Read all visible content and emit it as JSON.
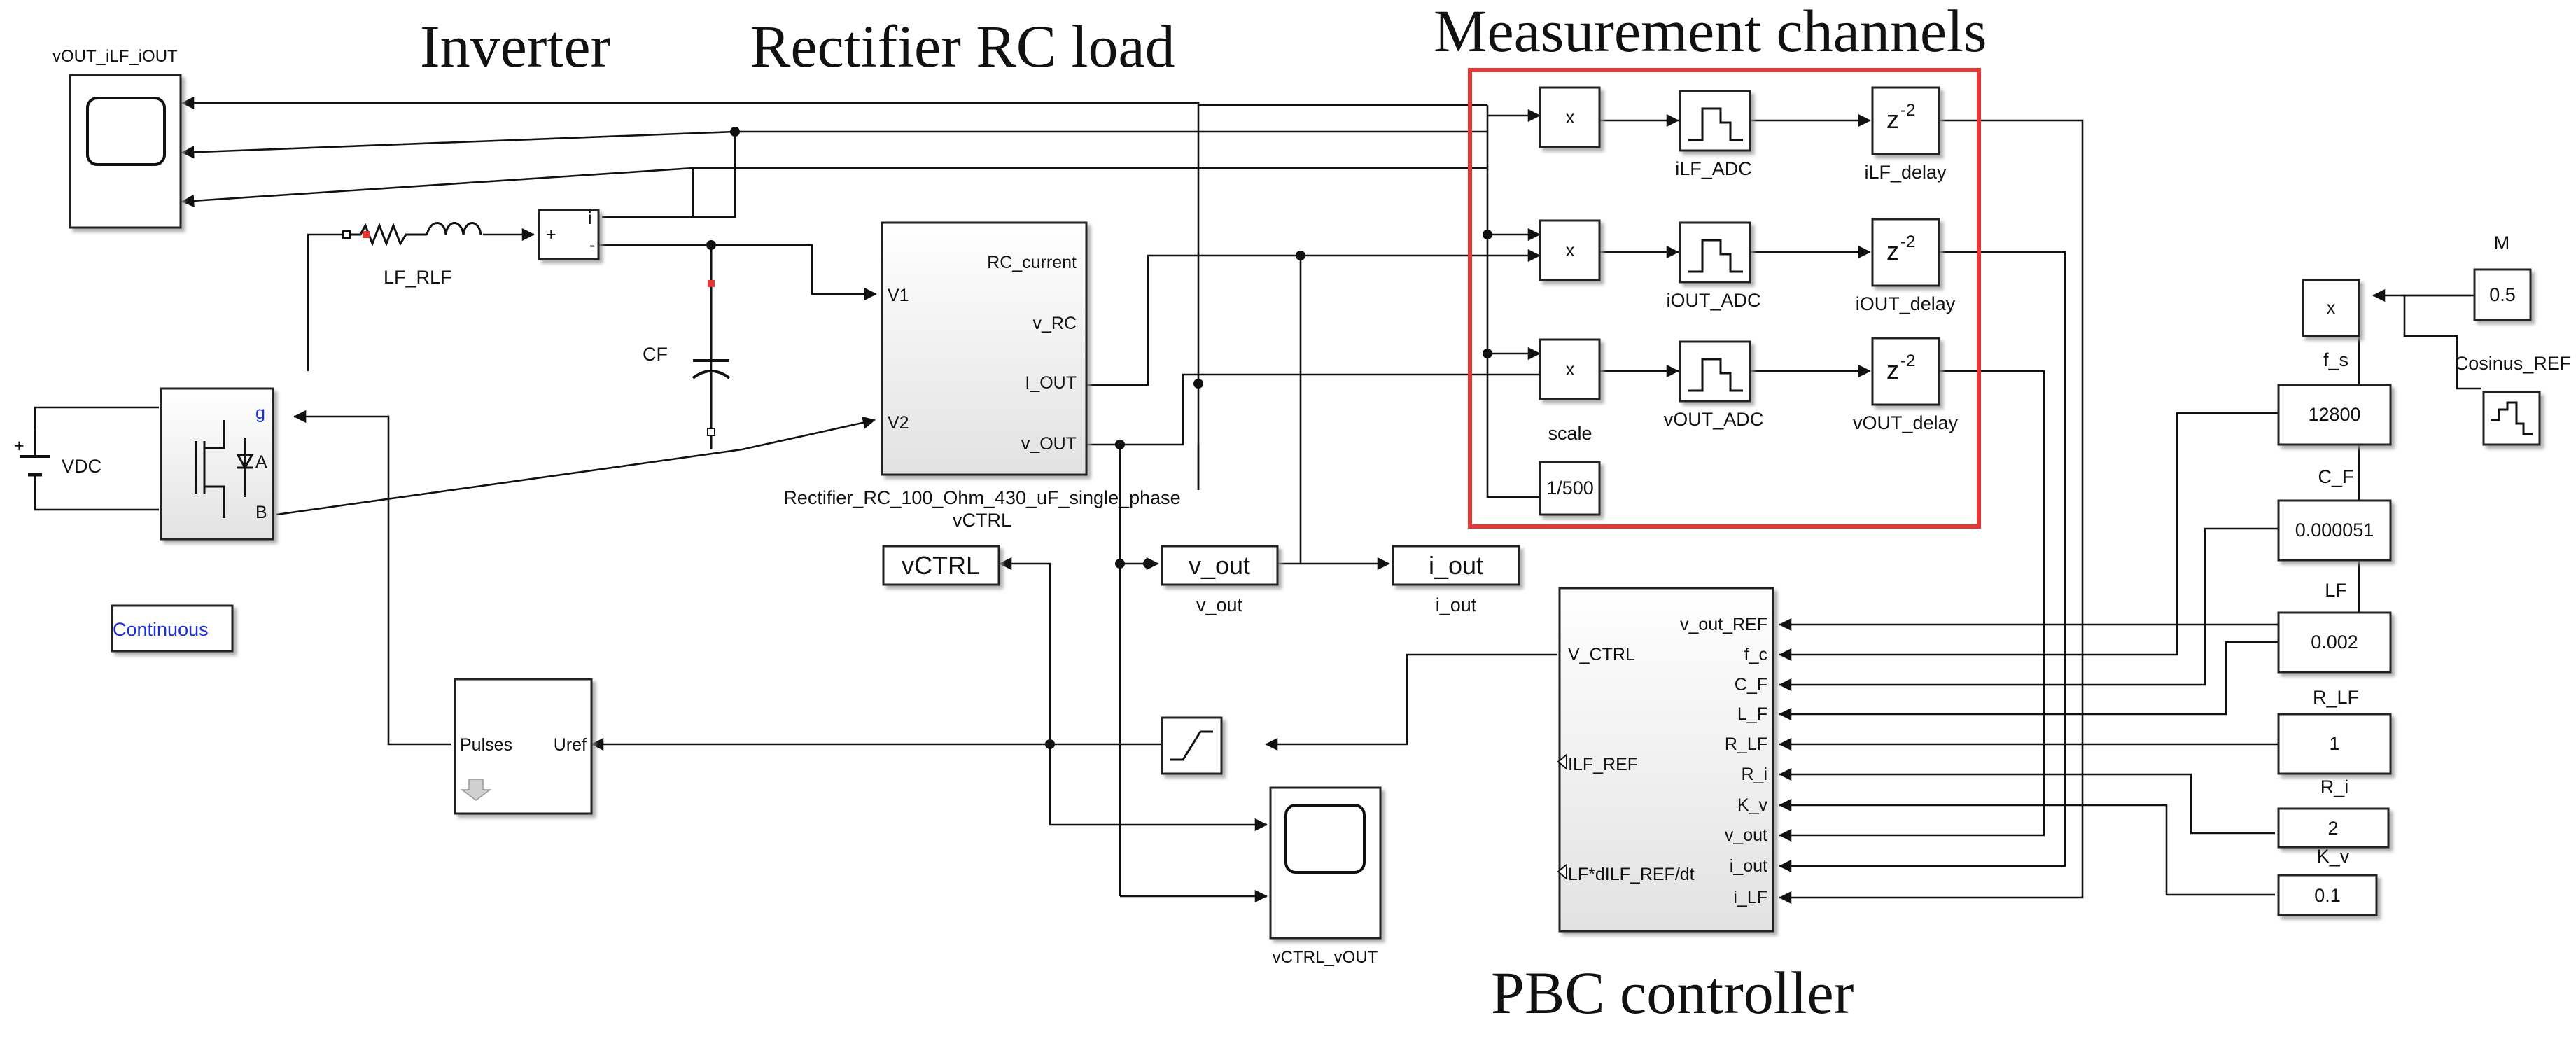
{
  "titles": {
    "inverter": "Inverter",
    "rectifier": "Rectifier RC load",
    "measurement": "Measurement channels",
    "pbc": "PBC controller"
  },
  "colors": {
    "measurement_frame": "#e53935",
    "powergui_text": "#1a2fd6",
    "inverter_port_g": "#1a2fd6"
  },
  "blocks": {
    "scope_top": "vOUT_iLF_iOUT",
    "lf_rlf": "LF_RLF",
    "cf": "CF",
    "vdc": "VDC",
    "powergui": "Continuous",
    "inverter_ports": {
      "g": "g",
      "a": "A",
      "b": "B"
    },
    "sum_signs": {
      "plus": "+",
      "minus": "-",
      "i": "i"
    },
    "vdc_plus": "+",
    "rectifier_name": "Rectifier_RC_100_Ohm_430_uF_single_phase",
    "rectifier_ports_in": [
      "V1",
      "V2"
    ],
    "rectifier_ports_out": [
      "RC_current",
      "v_RC",
      "I_OUT",
      "v_OUT"
    ],
    "vctrl_label": "vCTRL",
    "vctrl_goto": "vCTRL",
    "vout_goto": "v_out",
    "vout_goto_label": "v_out",
    "iout_goto": "i_out",
    "iout_goto_label": "i_out",
    "pwm_ports": [
      "Pulses",
      "Uref"
    ],
    "scope_bottom": "vCTRL_vOUT",
    "mult_sign": "x",
    "adc_labels": [
      "iLF_ADC",
      "iOUT_ADC",
      "vOUT_ADC"
    ],
    "delay_text": "z",
    "delay_exp": "-2",
    "delay_labels": [
      "iLF_delay",
      "iOUT_delay",
      "vOUT_delay"
    ],
    "scale_label": "scale",
    "scale_value": "1/500",
    "pbc_in_left": "V_CTRL",
    "pbc_out_left": [
      "ILF_REF",
      "LF*dILF_REF/dt"
    ],
    "pbc_ports_right": [
      "v_out_REF",
      "f_c",
      "C_F",
      "L_F",
      "R_LF",
      "R_i",
      "K_v",
      "v_out",
      "i_out",
      "i_LF"
    ],
    "m_label": "M",
    "m_value": "0.5",
    "cosinus_label": "Cosinus_REF",
    "constants": [
      {
        "label": "f_s",
        "value": "12800"
      },
      {
        "label": "C_F",
        "value": "0.000051"
      },
      {
        "label": "LF",
        "value": "0.002"
      },
      {
        "label": "R_LF",
        "value": "1"
      },
      {
        "label": "R_i",
        "value": "2"
      },
      {
        "label": "K_v",
        "value": "0.1"
      }
    ]
  }
}
